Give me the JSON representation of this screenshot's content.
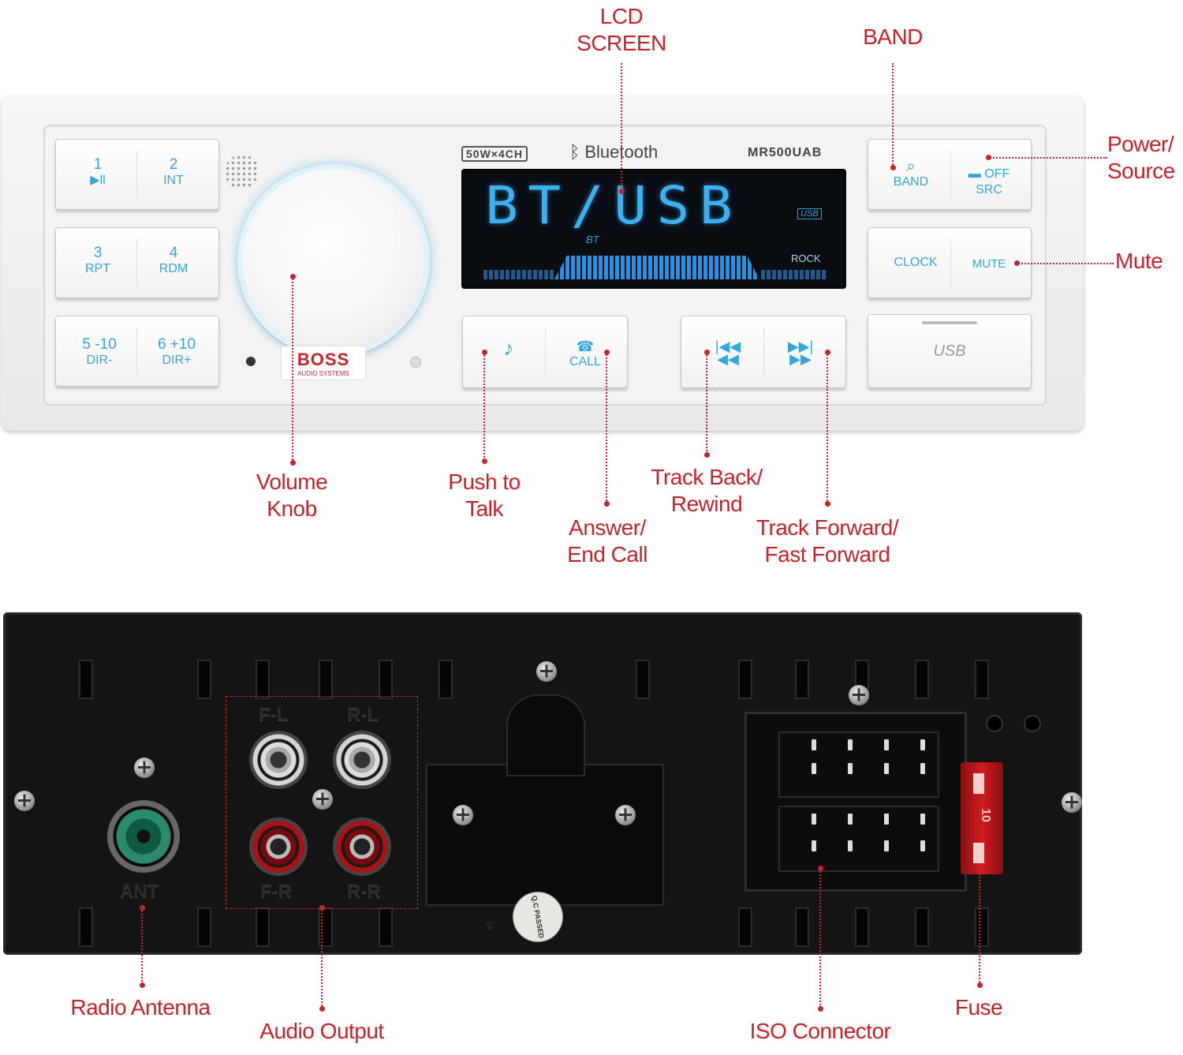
{
  "front": {
    "keys": [
      {
        "num": "1",
        "sub": "▶ll"
      },
      {
        "num": "2",
        "sub": "INT"
      },
      {
        "num": "3",
        "sub": "RPT"
      },
      {
        "num": "4",
        "sub": "RDM"
      },
      {
        "num": "5 -10",
        "sub": "DIR-"
      },
      {
        "num": "6 +10",
        "sub": "DIR+"
      }
    ],
    "badge_power": "50W×4CH",
    "bluetooth_label": "Bluetooth",
    "model": "MR500UAB",
    "lcd_text": "BT/USB",
    "lcd_usb": "USB",
    "lcd_bt": "BT",
    "lcd_eq": "ROCK",
    "brand": "BOSS",
    "brand_sub": "AUDIO SYSTEMS",
    "band_label": "BAND",
    "off_label": "OFF",
    "src_label": "SRC",
    "clock_label": "CLOCK",
    "mute_label": "MUTE",
    "call_label": "CALL",
    "usb_slot_label": "USB"
  },
  "rear": {
    "fl": "F-L",
    "rl": "R-L",
    "fr": "F-R",
    "rr": "R-R",
    "ant": "ANT",
    "qc": "Q.C PASSED 14",
    "fuse_rating": "10"
  },
  "callouts": {
    "lcd": [
      "LCD",
      "SCREEN"
    ],
    "band": [
      "BAND"
    ],
    "power": [
      "Power/",
      "Source"
    ],
    "mute": [
      "Mute"
    ],
    "volume": [
      "Volume",
      "Knob"
    ],
    "ptt": [
      "Push to",
      "Talk"
    ],
    "answer": [
      "Answer/",
      "End Call"
    ],
    "trackback": [
      "Track Back/",
      "Rewind"
    ],
    "trackfwd": [
      "Track Forward/",
      "Fast Forward"
    ],
    "antenna": [
      "Radio Antenna"
    ],
    "audio": [
      "Audio Output"
    ],
    "iso": [
      "ISO Connector"
    ],
    "fuse": [
      "Fuse"
    ]
  },
  "colors": {
    "accent_red": "#c8222a",
    "lcd_blue": "#3bb0f3",
    "button_blue": "#2ea8df"
  }
}
